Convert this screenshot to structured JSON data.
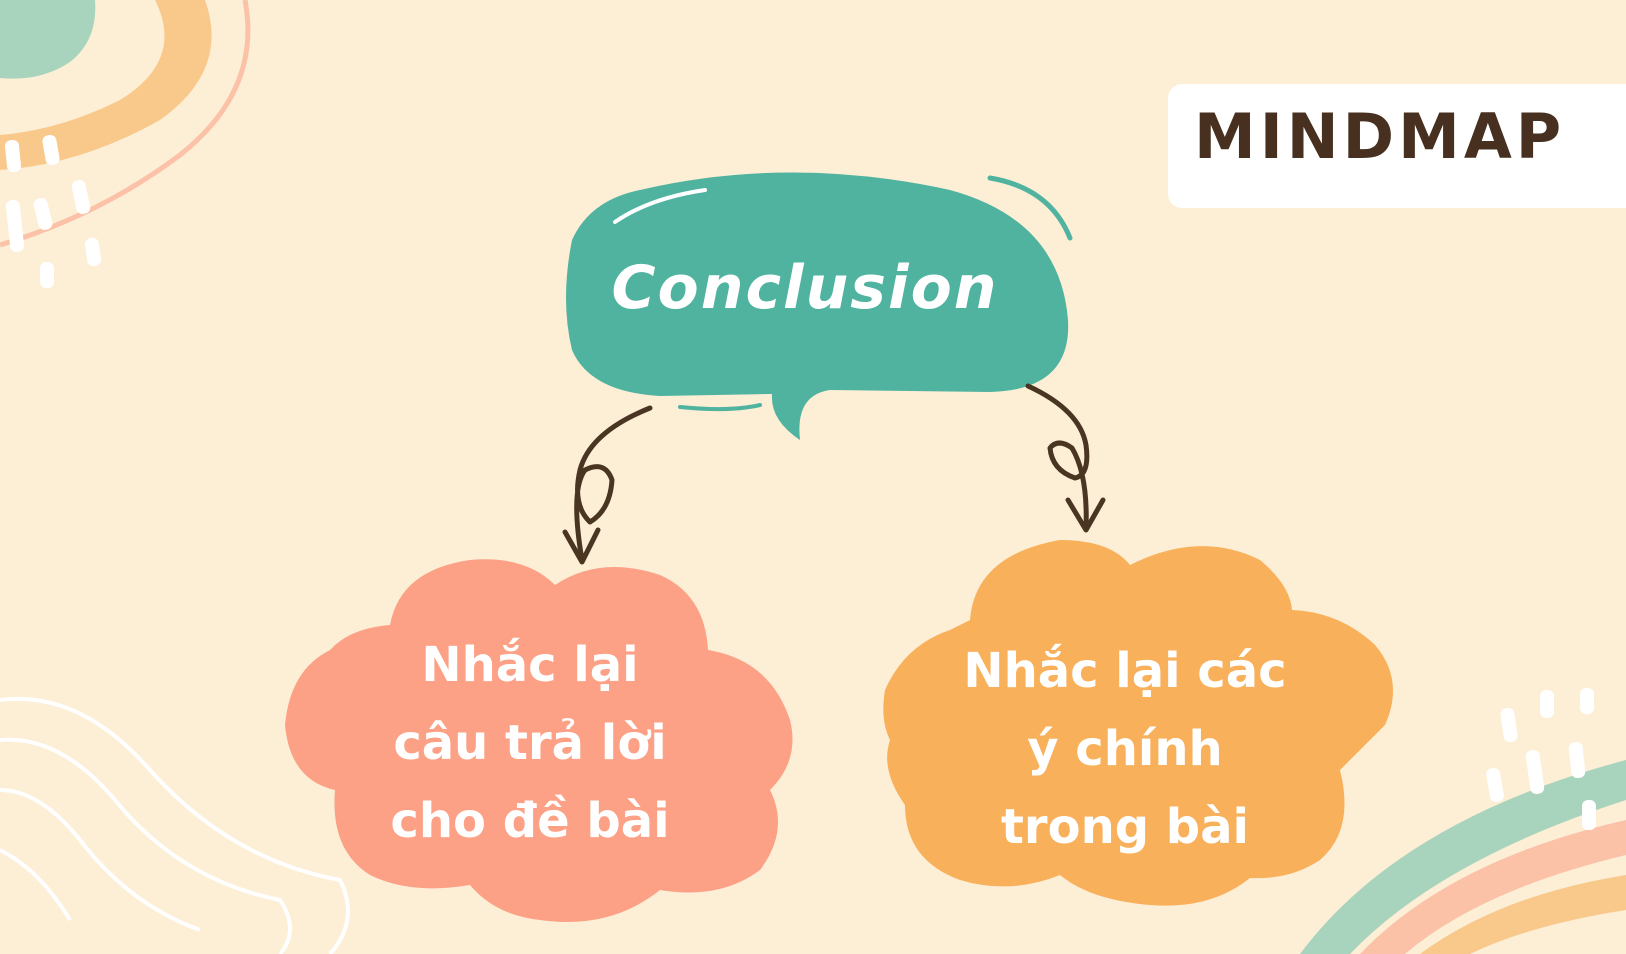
{
  "header": {
    "badge_label": "MINDMAP"
  },
  "center_node": {
    "label": "Conclusion",
    "color": "#4fb3a0"
  },
  "branches": [
    {
      "lines": [
        "Nhắc lại",
        "câu trả lời",
        "cho đề bài"
      ],
      "color": "#fca186"
    },
    {
      "lines": [
        "Nhắc lại các",
        "ý chính",
        "trong bài"
      ],
      "color": "#f8b05a"
    }
  ],
  "colors": {
    "background": "#fdeed6",
    "arrow": "#4a3422",
    "badge_text": "#47301f",
    "deco_green": "#a8d3bc",
    "deco_orange": "#f9c98c",
    "deco_salmon": "#fbc2a8"
  }
}
